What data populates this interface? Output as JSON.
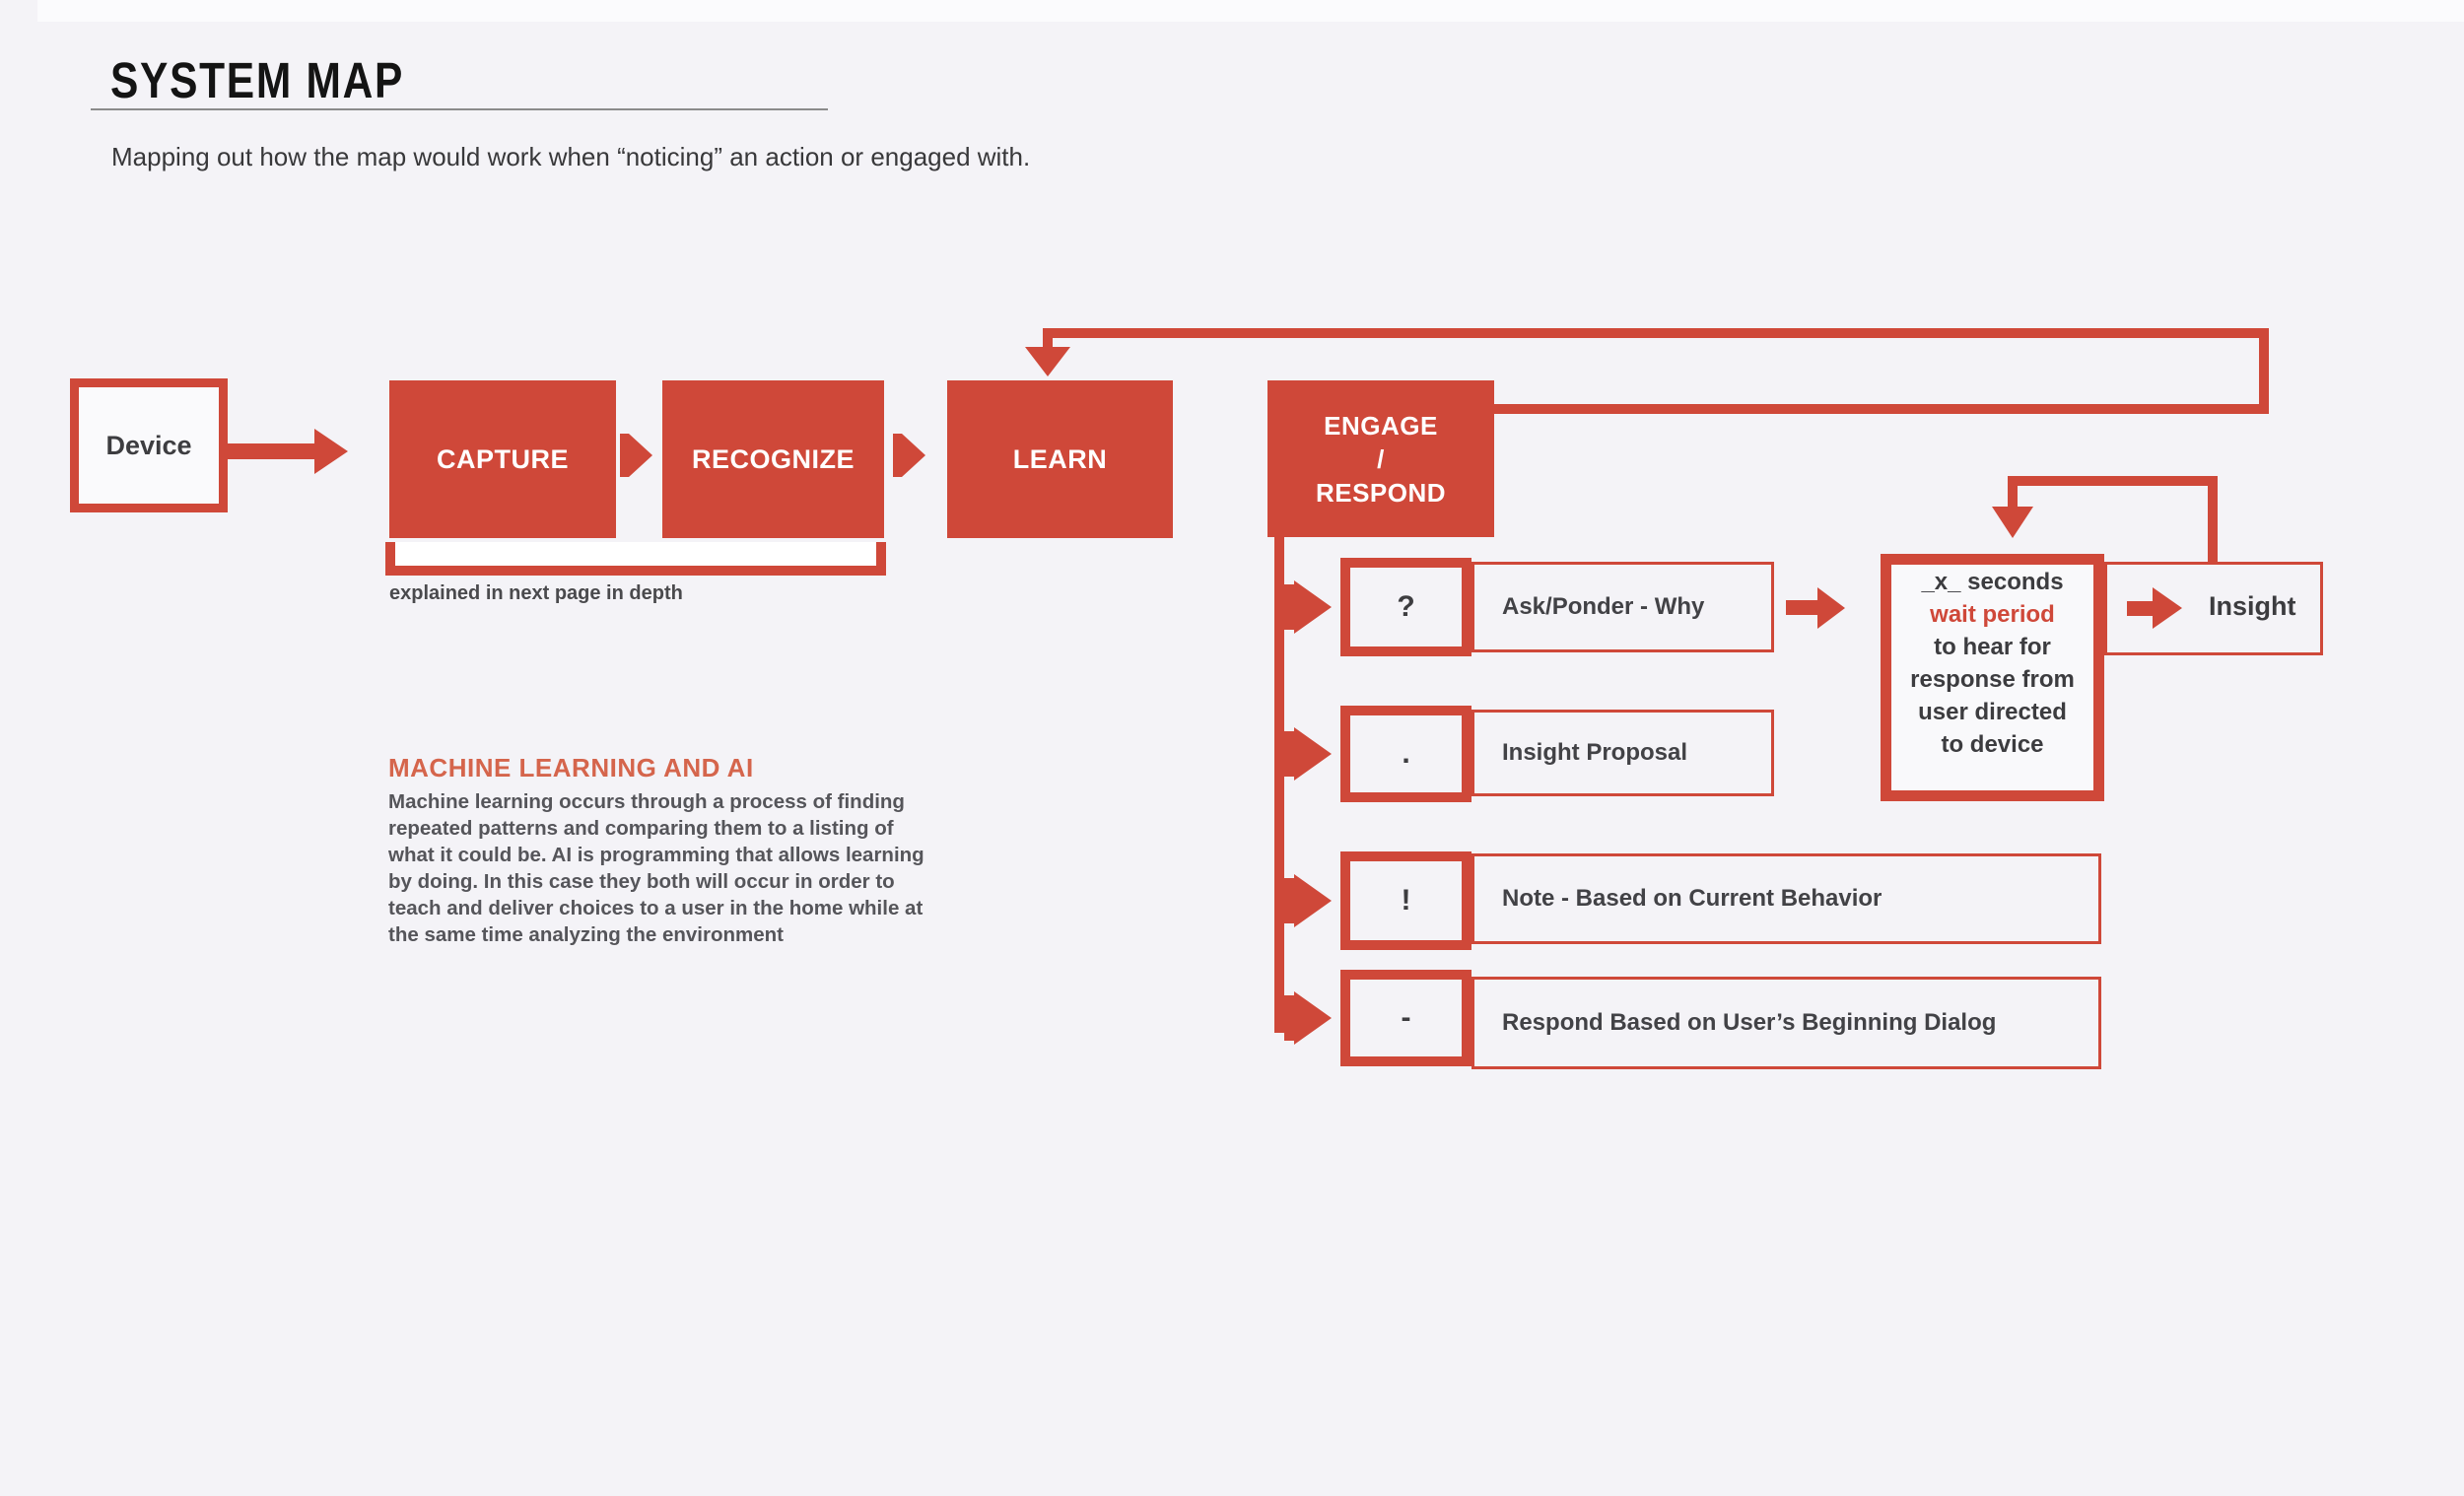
{
  "header": {
    "title": "SYSTEM MAP",
    "subtitle": "Mapping out how the map would work when “noticing” an action or engaged with."
  },
  "flow": {
    "device": "Device",
    "stages": [
      "CAPTURE",
      "RECOGNIZE",
      "LEARN"
    ],
    "engage": "ENGAGE\n/\nRESPOND",
    "bracket_note": "explained in next page in depth"
  },
  "ml": {
    "heading": "MACHINE LEARNING AND AI",
    "body": "Machine learning occurs through a process of finding\nrepeated patterns and comparing them to a listing of\nwhat it could be. AI is programming that allows learning\nby doing. In this case they both will occur in order to\nteach and deliver choices to a user in the home while at\nthe same time analyzing the environment"
  },
  "branches": [
    {
      "symbol": "?",
      "label": "Ask/Ponder - Why"
    },
    {
      "symbol": ".",
      "label": "Insight Proposal"
    },
    {
      "symbol": "!",
      "label": "Note - Based on Current Behavior"
    },
    {
      "symbol": "-",
      "label": "Respond Based on User’s Beginning Dialog"
    }
  ],
  "wait_box": {
    "line1": "_x_ seconds",
    "line2": "wait period",
    "rest": "to hear for\nresponse from\nuser directed\nto device"
  },
  "insight": {
    "label": "Insight"
  },
  "colors": {
    "accent_red": "#cf4839",
    "heading_red": "#d5654c",
    "background": "#f4f3f7",
    "dark_text": "#3d3d40",
    "body_text": "#55555a"
  }
}
